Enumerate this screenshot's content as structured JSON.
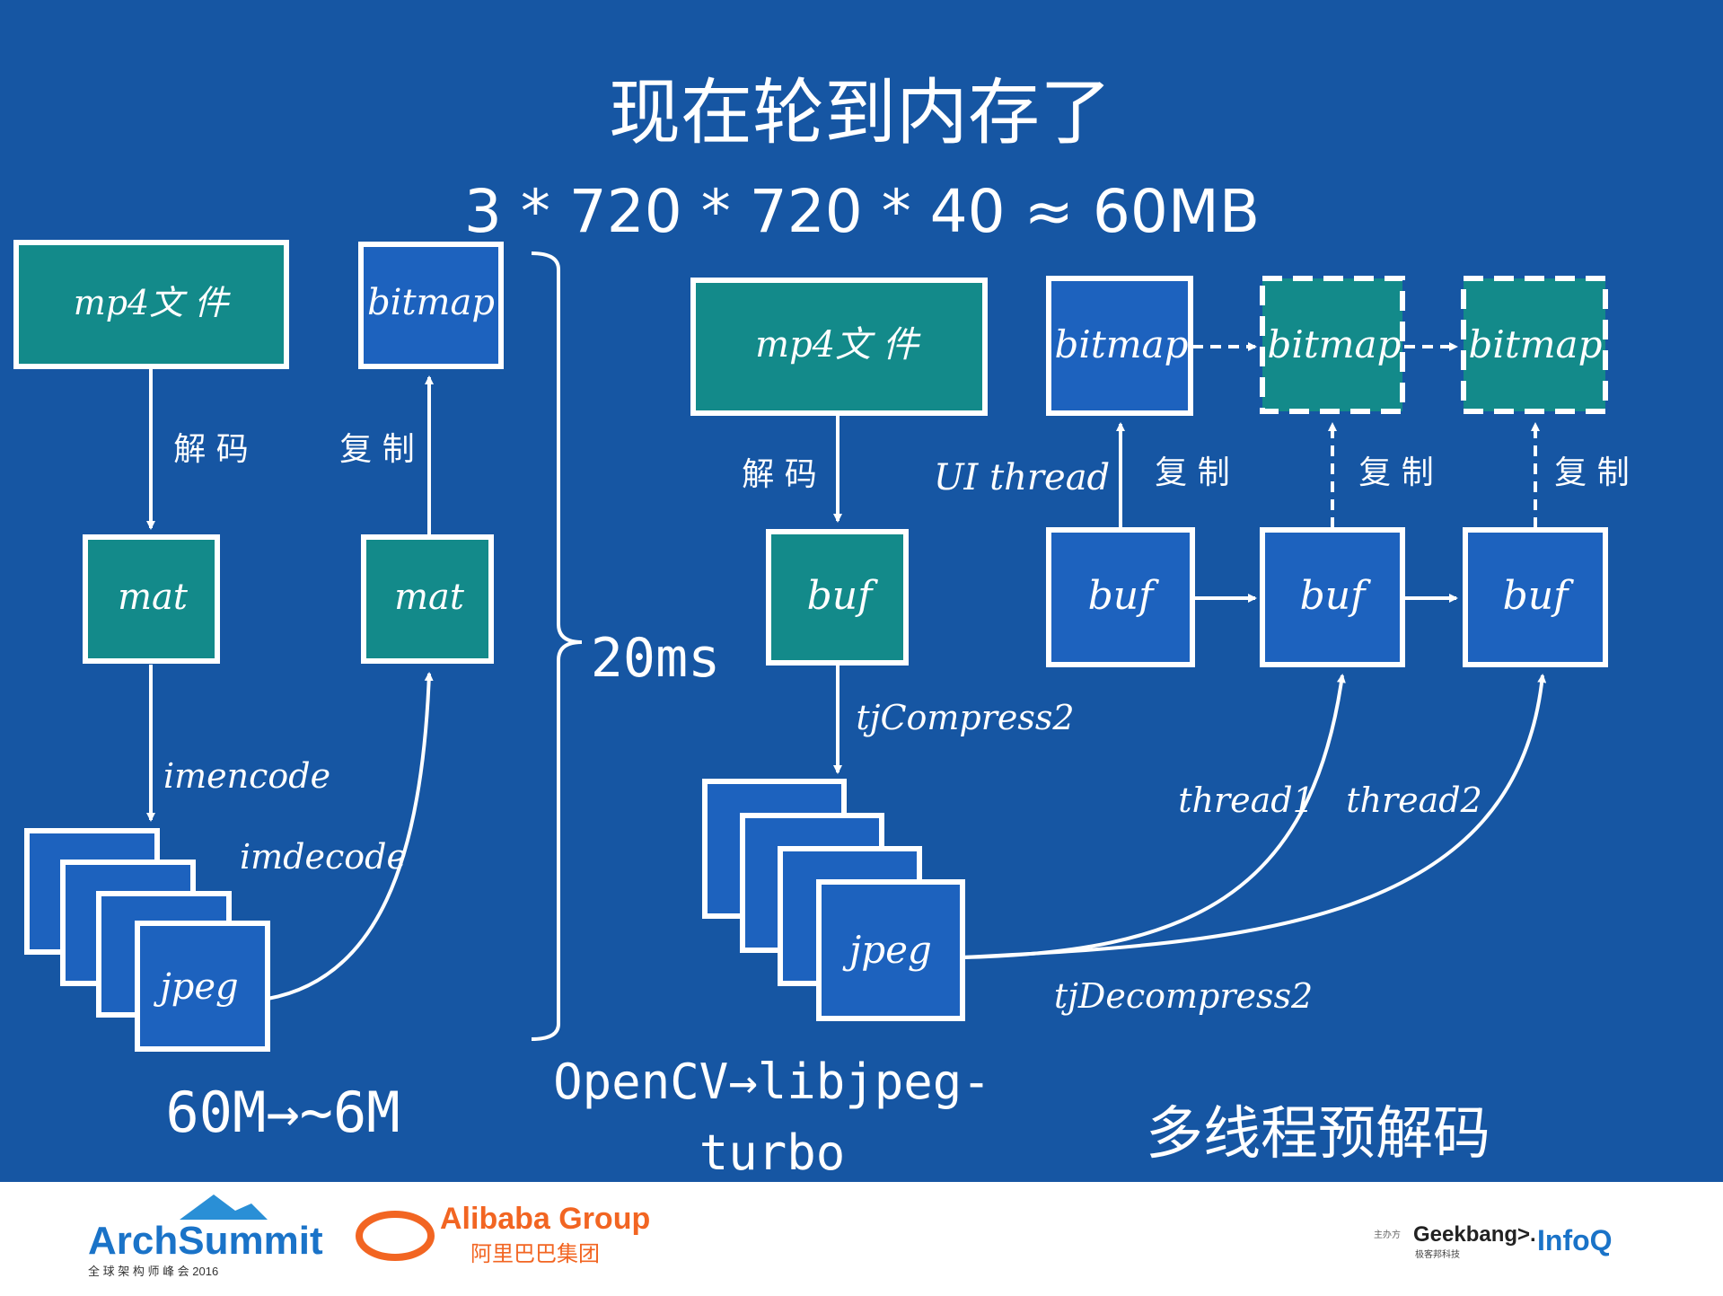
{
  "title": "现在轮到内存了",
  "formula": "3 * 720 * 720 * 40 ≈ 60MB",
  "duration_label": "20ms",
  "size_reduction": "60M→~6M",
  "lib_change_line1": "OpenCV→libjpeg-",
  "lib_change_line2": "turbo",
  "multithread_caption": "多线程预解码",
  "left_flow": {
    "mp4_label": "mp4文 件",
    "decode_label": "解 码",
    "mat_label": "mat",
    "imencode_label": "imencode",
    "jpeg_label": "jpeg",
    "imdecode_label": "imdecode",
    "mat2_label": "mat",
    "copy_label": "复 制",
    "bitmap_label": "bitmap"
  },
  "right_flow": {
    "mp4_label": "mp4文 件",
    "decode_label": "解 码",
    "buf_label": "buf",
    "compress_label": "tjCompress2",
    "jpeg_label": "jpeg",
    "decompress_label": "tjDecompress2",
    "ui_thread_label": "UI thread",
    "thread1_label": "thread1",
    "thread2_label": "thread2",
    "copy_label": "复 制",
    "bitmap_label": "bitmap"
  },
  "footer": {
    "archsummit": "ArchSummit",
    "archsummit_sub": "全 球 架 构 师 峰 会 2016",
    "alibaba": "Alibaba Group",
    "alibaba_cn": "阿里巴巴集团",
    "sponsor_prefix": "主办方",
    "geekbang": "Geekbang>.",
    "geekbang_cn": "极客邦科技",
    "infoq": "InfoQ"
  },
  "colors": {
    "background": "#1656a3",
    "teal_box": "#138a8a",
    "blue_box": "#1d62be",
    "stroke": "#ffffff"
  }
}
